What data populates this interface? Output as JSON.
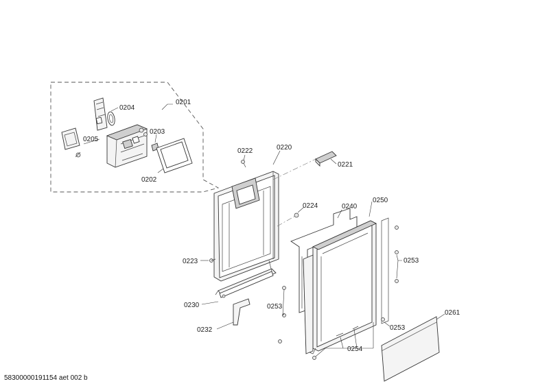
{
  "labels": {
    "p0201": "0201",
    "p0202": "0202",
    "p0203": "0203",
    "p0204": "0204",
    "p0205": "0205",
    "p0220": "0220",
    "p0221": "0221",
    "p0222": "0222",
    "p0223": "0223",
    "p0224": "0224",
    "p0230": "0230",
    "p0232": "0232",
    "p0240": "0240",
    "p0250": "0250",
    "p0253a": "0253",
    "p0253b": "0253",
    "p0253c": "0253",
    "p0254": "0254",
    "p0261": "0261"
  },
  "footer": {
    "doc_id": "58300000191154 aet 002 b"
  }
}
